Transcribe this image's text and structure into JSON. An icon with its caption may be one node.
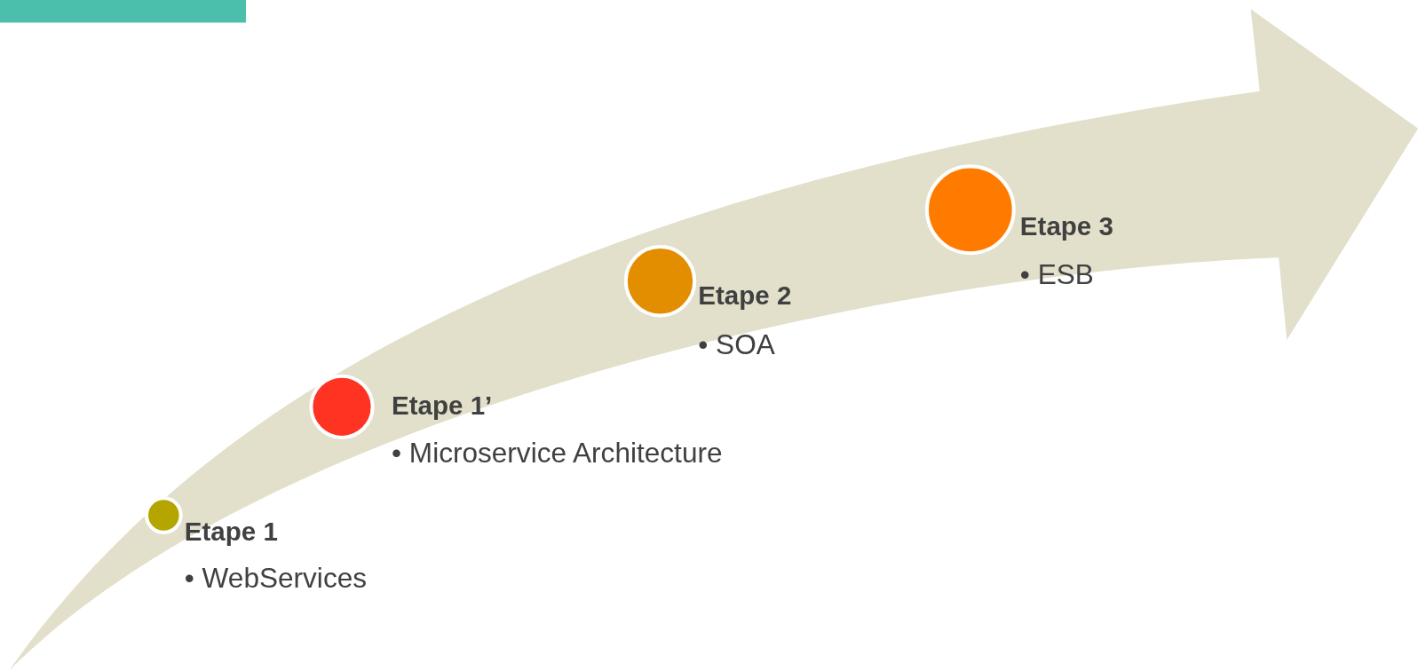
{
  "diagram": {
    "nodes": [
      {
        "text": [],
        "shape": "bar"
      },
      {
        "text": [
          "Etape 1",
          "• WebServices"
        ]
      },
      {
        "text": [
          "Etape 1’",
          "• Microservice Architecture"
        ]
      },
      {
        "text": [
          "Etape 2",
          "• SOA"
        ]
      },
      {
        "text": [
          "Etape 3",
          "• ESB"
        ]
      }
    ]
  }
}
